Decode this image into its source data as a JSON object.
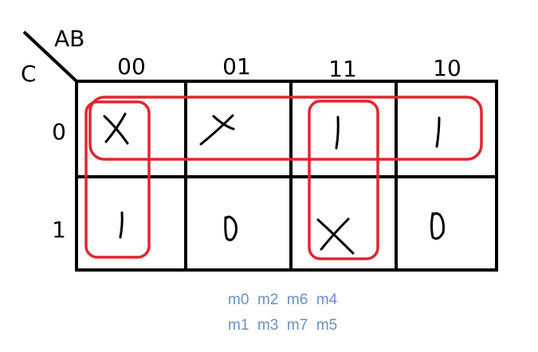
{
  "var_labels": {
    "ab": "AB",
    "c": "C"
  },
  "column_headers": [
    "00",
    "01",
    "11",
    "10"
  ],
  "row_headers": [
    "0",
    "1"
  ],
  "cells": [
    [
      "X",
      "X",
      "1",
      "1"
    ],
    [
      "1",
      "0",
      "X",
      "0"
    ]
  ],
  "minterm_legend": {
    "row0": "m0  m2  m6  m4",
    "row1": "m1  m3  m7  m5"
  },
  "groups": [
    {
      "name": "row-0-group",
      "cells": [
        [
          0,
          0
        ],
        [
          0,
          1
        ],
        [
          0,
          2
        ],
        [
          0,
          3
        ]
      ]
    },
    {
      "name": "column-00-group",
      "cells": [
        [
          0,
          0
        ],
        [
          1,
          0
        ]
      ]
    },
    {
      "name": "column-11-group",
      "cells": [
        [
          0,
          2
        ],
        [
          1,
          2
        ]
      ]
    }
  ],
  "colors": {
    "grid": "#000000",
    "group": "#e0262e",
    "legend": "#6a8fc4"
  }
}
